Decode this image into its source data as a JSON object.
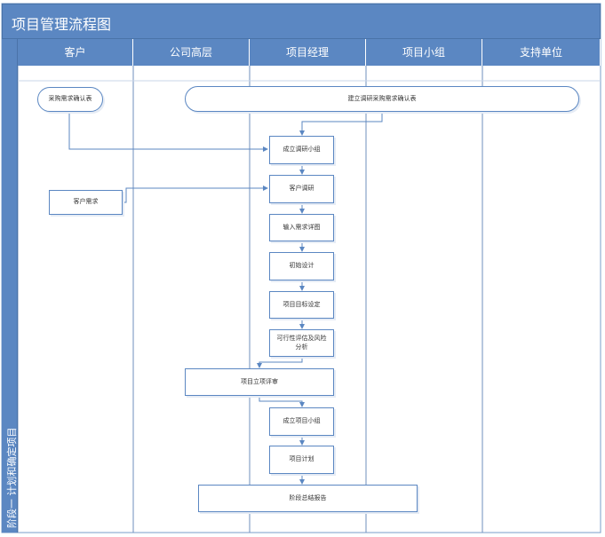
{
  "title": "项目管理流程图",
  "lanes": [
    "客户",
    "公司高层",
    "项目经理",
    "项目小组",
    "支持单位"
  ],
  "phase_label": "阶段一 计划和确定项目",
  "nodes": {
    "purchase_confirm": "采购需求确认表",
    "research_confirm": "建立调研采购需求确认表",
    "form_team_research": "成立调研小组",
    "customer_request": "客户需求",
    "customer_research": "客户调研",
    "input_plan": "输入需求详图",
    "initial_design": "初始设计",
    "project_goal": "项目目标设定",
    "feasibility_line1": "可行性评估及风险",
    "feasibility_line2": "分析",
    "project_approval": "项目立项评审",
    "form_project_team": "成立项目小组",
    "project_plan": "项目计划",
    "stage_report": "阶段总结报告"
  },
  "colors": {
    "header": "#5b87c2",
    "border": "#5b87c2",
    "line": "#5b87c2"
  }
}
